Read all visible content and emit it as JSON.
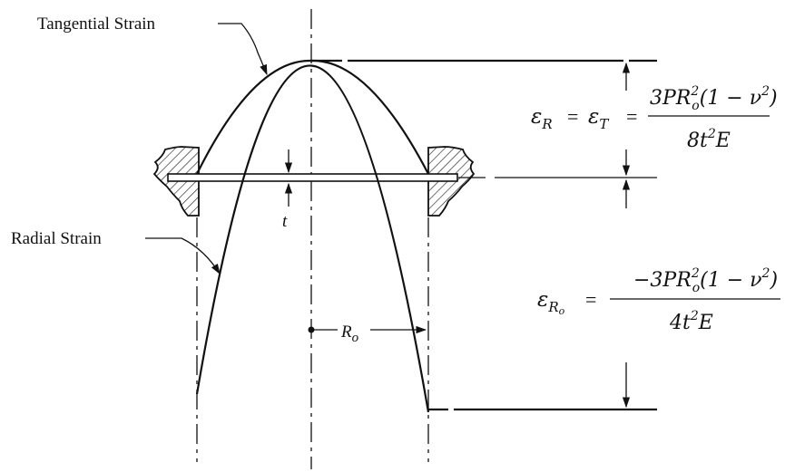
{
  "labels": {
    "tangential": "Tangential Strain",
    "radial": "Radial Strain",
    "thickness": "t",
    "radius_main": "R",
    "radius_sub": "o"
  },
  "equation_top": {
    "lhs": "ε",
    "lhs_sub": "R",
    "eq1": "=",
    "mid": "ε",
    "mid_sub": "T",
    "eq2": "=",
    "numerator_a": "3PR",
    "numerator_sup": "2",
    "numerator_sub": "o",
    "numerator_b": "(1 − ν",
    "numerator_b_sup": "2",
    "numerator_c": ")",
    "denominator_a": "8t",
    "denominator_sup": "2",
    "denominator_b": "E"
  },
  "equation_bottom": {
    "lhs": "ε",
    "lhs_sub": "R",
    "lhs_subsub": "o",
    "eq": "=",
    "numerator_a": "−3PR",
    "numerator_sup": "2",
    "numerator_sub": "o",
    "numerator_b": "(1 − ν",
    "numerator_b_sup": "2",
    "numerator_c": ")",
    "denominator_a": "4t",
    "denominator_sup": "2",
    "denominator_b": "E"
  }
}
